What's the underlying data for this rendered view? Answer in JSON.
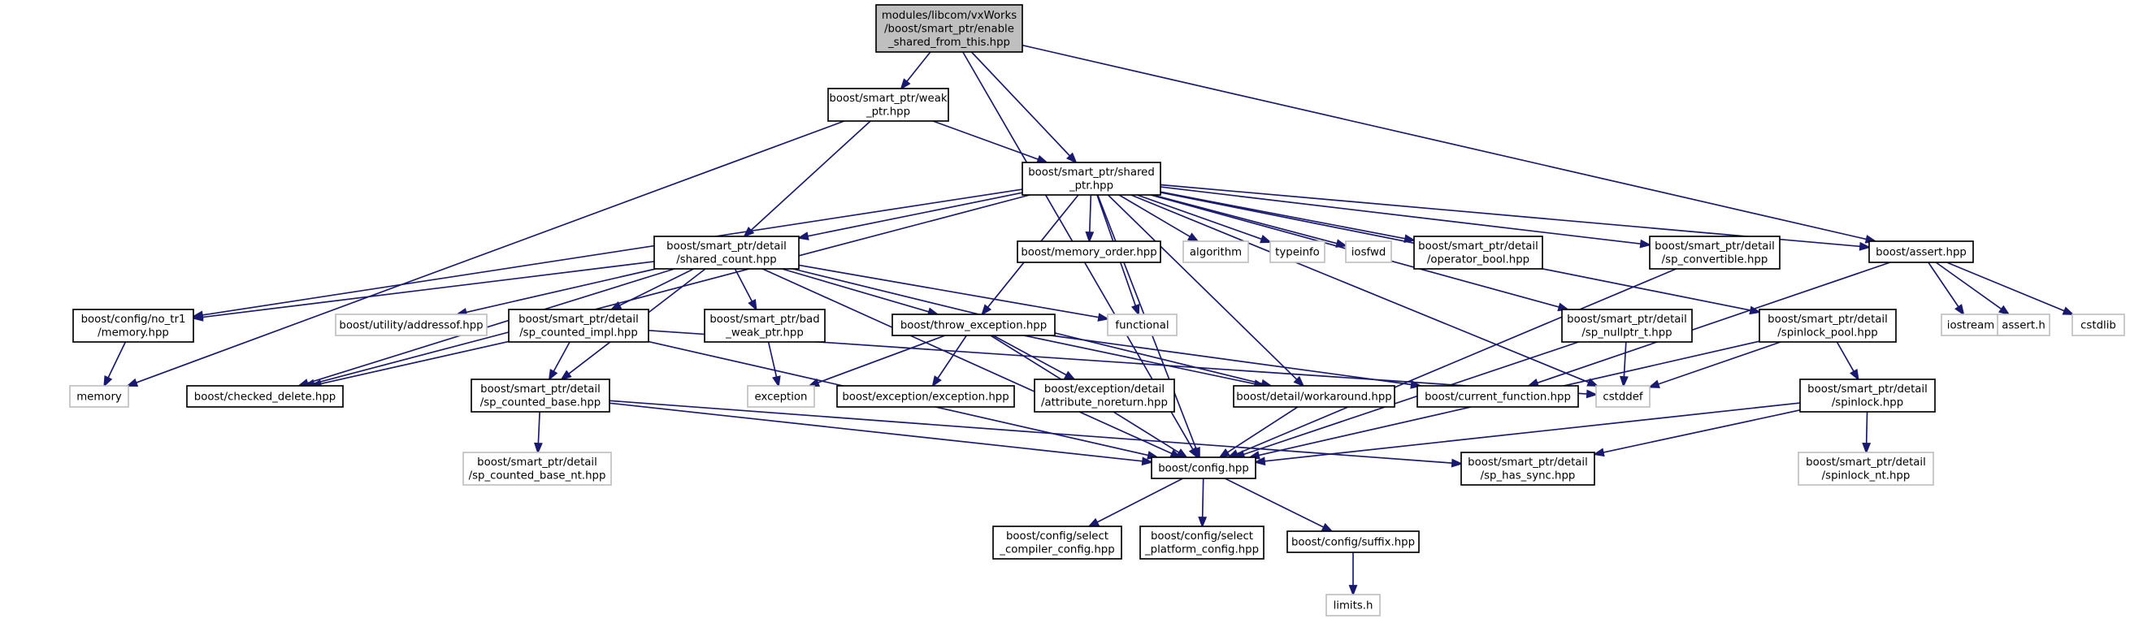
{
  "graph_title": "modules/libcom/vxWorks/boost/smart_ptr/enable_shared_from_this.hpp",
  "colors": {
    "edge": "#191970",
    "root_fill": "#bfbfbf",
    "external_border": "#bfbfbf",
    "node_border": "#000000"
  },
  "nodes": [
    {
      "id": "root",
      "lines": [
        "modules/libcom/vxWorks",
        "/boost/smart_ptr/enable",
        "_shared_from_this.hpp"
      ],
      "kind": "root"
    },
    {
      "id": "weak_ptr",
      "lines": [
        "boost/smart_ptr/weak",
        "_ptr.hpp"
      ],
      "kind": "file"
    },
    {
      "id": "shared_ptr",
      "lines": [
        "boost/smart_ptr/shared",
        "_ptr.hpp"
      ],
      "kind": "file"
    },
    {
      "id": "shared_count",
      "lines": [
        "boost/smart_ptr/detail",
        "/shared_count.hpp"
      ],
      "kind": "file"
    },
    {
      "id": "memory_order",
      "lines": [
        "boost/memory_order.hpp"
      ],
      "kind": "file"
    },
    {
      "id": "algorithm",
      "lines": [
        "algorithm"
      ],
      "kind": "external"
    },
    {
      "id": "typeinfo",
      "lines": [
        "typeinfo"
      ],
      "kind": "external"
    },
    {
      "id": "iosfwd",
      "lines": [
        "iosfwd"
      ],
      "kind": "external"
    },
    {
      "id": "operator_bool",
      "lines": [
        "boost/smart_ptr/detail",
        "/operator_bool.hpp"
      ],
      "kind": "file"
    },
    {
      "id": "sp_convertible",
      "lines": [
        "boost/smart_ptr/detail",
        "/sp_convertible.hpp"
      ],
      "kind": "file"
    },
    {
      "id": "assert_hpp",
      "lines": [
        "boost/assert.hpp"
      ],
      "kind": "file"
    },
    {
      "id": "no_tr1_memory",
      "lines": [
        "boost/config/no_tr1",
        "/memory.hpp"
      ],
      "kind": "file"
    },
    {
      "id": "addressof",
      "lines": [
        "boost/utility/addressof.hpp"
      ],
      "kind": "external"
    },
    {
      "id": "sp_counted_impl",
      "lines": [
        "boost/smart_ptr/detail",
        "/sp_counted_impl.hpp"
      ],
      "kind": "file"
    },
    {
      "id": "bad_weak_ptr",
      "lines": [
        "boost/smart_ptr/bad",
        "_weak_ptr.hpp"
      ],
      "kind": "file"
    },
    {
      "id": "throw_exception",
      "lines": [
        "boost/throw_exception.hpp"
      ],
      "kind": "file"
    },
    {
      "id": "functional",
      "lines": [
        "functional"
      ],
      "kind": "external"
    },
    {
      "id": "sp_nullptr_t",
      "lines": [
        "boost/smart_ptr/detail",
        "/sp_nullptr_t.hpp"
      ],
      "kind": "file"
    },
    {
      "id": "spinlock_pool",
      "lines": [
        "boost/smart_ptr/detail",
        "/spinlock_pool.hpp"
      ],
      "kind": "file"
    },
    {
      "id": "iostream",
      "lines": [
        "iostream"
      ],
      "kind": "external"
    },
    {
      "id": "assert_h",
      "lines": [
        "assert.h"
      ],
      "kind": "external"
    },
    {
      "id": "cstdlib",
      "lines": [
        "cstdlib"
      ],
      "kind": "external"
    },
    {
      "id": "memory",
      "lines": [
        "memory"
      ],
      "kind": "external"
    },
    {
      "id": "checked_delete",
      "lines": [
        "boost/checked_delete.hpp"
      ],
      "kind": "file"
    },
    {
      "id": "exception",
      "lines": [
        "exception"
      ],
      "kind": "external"
    },
    {
      "id": "exception_hpp",
      "lines": [
        "boost/exception/exception.hpp"
      ],
      "kind": "file"
    },
    {
      "id": "attribute_noreturn",
      "lines": [
        "boost/exception/detail",
        "/attribute_noreturn.hpp"
      ],
      "kind": "file"
    },
    {
      "id": "workaround",
      "lines": [
        "boost/detail/workaround.hpp"
      ],
      "kind": "file"
    },
    {
      "id": "current_function",
      "lines": [
        "boost/current_function.hpp"
      ],
      "kind": "file"
    },
    {
      "id": "cstddef",
      "lines": [
        "cstddef"
      ],
      "kind": "external"
    },
    {
      "id": "spinlock",
      "lines": [
        "boost/smart_ptr/detail",
        "/spinlock.hpp"
      ],
      "kind": "file"
    },
    {
      "id": "sp_counted_base",
      "lines": [
        "boost/smart_ptr/detail",
        "/sp_counted_base.hpp"
      ],
      "kind": "file"
    },
    {
      "id": "sp_counted_base_nt",
      "lines": [
        "boost/smart_ptr/detail",
        "/sp_counted_base_nt.hpp"
      ],
      "kind": "external"
    },
    {
      "id": "config",
      "lines": [
        "boost/config.hpp"
      ],
      "kind": "file"
    },
    {
      "id": "sp_has_sync",
      "lines": [
        "boost/smart_ptr/detail",
        "/sp_has_sync.hpp"
      ],
      "kind": "file"
    },
    {
      "id": "spinlock_nt",
      "lines": [
        "boost/smart_ptr/detail",
        "/spinlock_nt.hpp"
      ],
      "kind": "external"
    },
    {
      "id": "select_compiler",
      "lines": [
        "boost/config/select",
        "_compiler_config.hpp"
      ],
      "kind": "file"
    },
    {
      "id": "select_platform",
      "lines": [
        "boost/config/select",
        "_platform_config.hpp"
      ],
      "kind": "file"
    },
    {
      "id": "suffix",
      "lines": [
        "boost/config/suffix.hpp"
      ],
      "kind": "file"
    },
    {
      "id": "limits_h",
      "lines": [
        "limits.h"
      ],
      "kind": "external"
    }
  ],
  "edges": [
    [
      "root",
      "weak_ptr"
    ],
    [
      "root",
      "shared_ptr"
    ],
    [
      "root",
      "assert_hpp"
    ],
    [
      "root",
      "config"
    ],
    [
      "weak_ptr",
      "memory"
    ],
    [
      "weak_ptr",
      "shared_ptr"
    ],
    [
      "weak_ptr",
      "shared_count"
    ],
    [
      "shared_ptr",
      "no_tr1_memory"
    ],
    [
      "shared_ptr",
      "checked_delete"
    ],
    [
      "shared_ptr",
      "shared_count"
    ],
    [
      "shared_ptr",
      "memory_order"
    ],
    [
      "shared_ptr",
      "algorithm"
    ],
    [
      "shared_ptr",
      "typeinfo"
    ],
    [
      "shared_ptr",
      "iosfwd"
    ],
    [
      "shared_ptr",
      "operator_bool"
    ],
    [
      "shared_ptr",
      "sp_convertible"
    ],
    [
      "shared_ptr",
      "assert_hpp"
    ],
    [
      "shared_ptr",
      "throw_exception"
    ],
    [
      "shared_ptr",
      "functional"
    ],
    [
      "shared_ptr",
      "sp_nullptr_t"
    ],
    [
      "shared_ptr",
      "spinlock_pool"
    ],
    [
      "shared_ptr",
      "workaround"
    ],
    [
      "shared_ptr",
      "cstddef"
    ],
    [
      "shared_ptr",
      "config"
    ],
    [
      "shared_count",
      "no_tr1_memory"
    ],
    [
      "shared_count",
      "checked_delete"
    ],
    [
      "shared_count",
      "addressof"
    ],
    [
      "shared_count",
      "sp_counted_impl"
    ],
    [
      "shared_count",
      "bad_weak_ptr"
    ],
    [
      "shared_count",
      "throw_exception"
    ],
    [
      "shared_count",
      "functional"
    ],
    [
      "shared_count",
      "workaround"
    ],
    [
      "shared_count",
      "sp_counted_base"
    ],
    [
      "shared_count",
      "config"
    ],
    [
      "no_tr1_memory",
      "memory"
    ],
    [
      "sp_counted_impl",
      "checked_delete"
    ],
    [
      "sp_counted_impl",
      "sp_counted_base"
    ],
    [
      "sp_counted_impl",
      "cstddef"
    ],
    [
      "sp_counted_impl",
      "config"
    ],
    [
      "bad_weak_ptr",
      "exception"
    ],
    [
      "throw_exception",
      "exception"
    ],
    [
      "throw_exception",
      "exception_hpp"
    ],
    [
      "throw_exception",
      "attribute_noreturn"
    ],
    [
      "throw_exception",
      "workaround"
    ],
    [
      "throw_exception",
      "current_function"
    ],
    [
      "throw_exception",
      "config"
    ],
    [
      "assert_hpp",
      "iostream"
    ],
    [
      "assert_hpp",
      "assert_h"
    ],
    [
      "assert_hpp",
      "cstdlib"
    ],
    [
      "assert_hpp",
      "current_function"
    ],
    [
      "sp_convertible",
      "config"
    ],
    [
      "sp_nullptr_t",
      "cstddef"
    ],
    [
      "sp_nullptr_t",
      "config"
    ],
    [
      "spinlock_pool",
      "cstddef"
    ],
    [
      "spinlock_pool",
      "spinlock"
    ],
    [
      "spinlock_pool",
      "config"
    ],
    [
      "spinlock",
      "spinlock_nt"
    ],
    [
      "spinlock",
      "config"
    ],
    [
      "spinlock",
      "sp_has_sync"
    ],
    [
      "sp_counted_base",
      "sp_counted_base_nt"
    ],
    [
      "sp_counted_base",
      "config"
    ],
    [
      "sp_counted_base",
      "sp_has_sync"
    ],
    [
      "workaround",
      "config"
    ],
    [
      "config",
      "select_compiler"
    ],
    [
      "config",
      "select_platform"
    ],
    [
      "config",
      "suffix"
    ],
    [
      "suffix",
      "limits_h"
    ]
  ]
}
